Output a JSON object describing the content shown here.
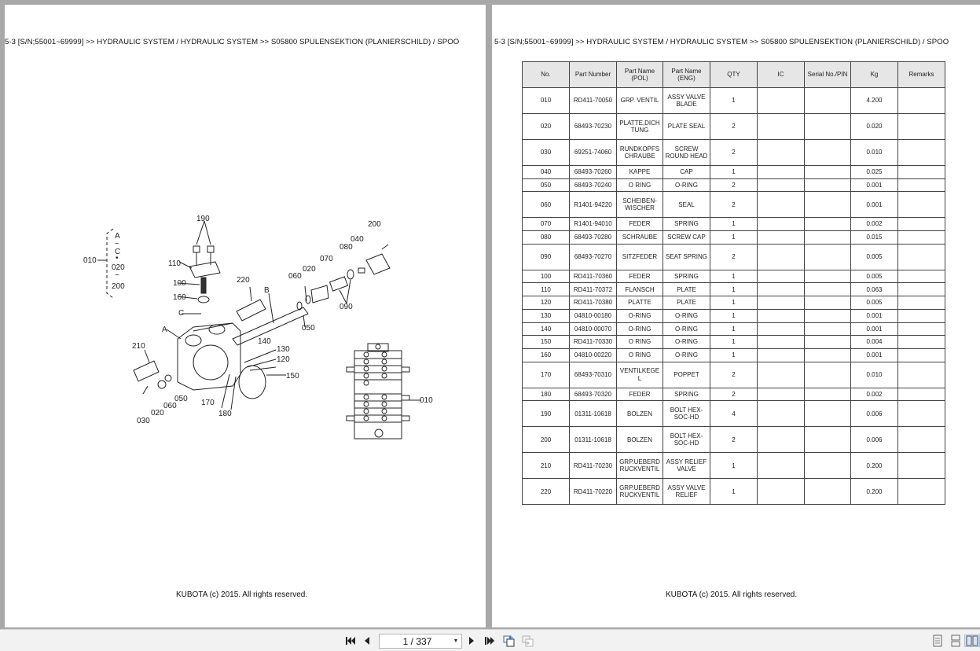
{
  "document": {
    "breadcrumb": "5-3 [S/N;55001~69999] >> HYDRAULIC SYSTEM / HYDRAULIC SYSTEM >> S05800   SPULENSEKTION (PLANIERSCHILD) / SPOO",
    "footer": "KUBOTA (c) 2015. All rights reserved."
  },
  "diagram": {
    "callouts": [
      "190",
      "200",
      "040",
      "080",
      "110",
      "070",
      "020",
      "060",
      "220",
      "100",
      "160",
      "B",
      "C",
      "A",
      "140",
      "130",
      "120",
      "150",
      "210",
      "050",
      "060",
      "020",
      "030",
      "170",
      "180",
      "050",
      "090",
      "010"
    ],
    "legend": {
      "ref": "010",
      "lines": [
        "A",
        "~",
        "C",
        "•",
        "020",
        "~",
        "200"
      ]
    },
    "overview_callout": "010"
  },
  "table": {
    "headers": [
      "No.",
      "Part Number",
      "Part Name (POL)",
      "Part Name (ENG)",
      "QTY",
      "IC",
      "Serial No./PIN",
      "Kg",
      "Remarks"
    ],
    "rows": [
      {
        "no": "010",
        "pn": "RD411-70050",
        "pol": "GRP. VENTIL",
        "eng": "ASSY VALVE BLADE",
        "qty": "1",
        "ic": "",
        "sn": "",
        "kg": "4.200",
        "rm": "",
        "tall": true
      },
      {
        "no": "020",
        "pn": "68493-70230",
        "pol": "PLATTE,DICH TUNG",
        "eng": "PLATE SEAL",
        "qty": "2",
        "ic": "",
        "sn": "",
        "kg": "0.020",
        "rm": "",
        "tall": true
      },
      {
        "no": "030",
        "pn": "69251-74060",
        "pol": "RUNDKOPFS CHRAUBE",
        "eng": "SCREW ROUND HEAD",
        "qty": "2",
        "ic": "",
        "sn": "",
        "kg": "0.010",
        "rm": "",
        "tall": true
      },
      {
        "no": "040",
        "pn": "68493-70260",
        "pol": "KAPPE",
        "eng": "CAP",
        "qty": "1",
        "ic": "",
        "sn": "",
        "kg": "0.025",
        "rm": "",
        "tall": false
      },
      {
        "no": "050",
        "pn": "68493-70240",
        "pol": "O RING",
        "eng": "O-RING",
        "qty": "2",
        "ic": "",
        "sn": "",
        "kg": "0.001",
        "rm": "",
        "tall": false
      },
      {
        "no": "060",
        "pn": "R1401-94220",
        "pol": "SCHEIBEN-WISCHER",
        "eng": "SEAL",
        "qty": "2",
        "ic": "",
        "sn": "",
        "kg": "0.001",
        "rm": "",
        "tall": true
      },
      {
        "no": "070",
        "pn": "R1401-94010",
        "pol": "FEDER",
        "eng": "SPRING",
        "qty": "1",
        "ic": "",
        "sn": "",
        "kg": "0.002",
        "rm": "",
        "tall": false
      },
      {
        "no": "080",
        "pn": "68493-70280",
        "pol": "SCHRAUBE",
        "eng": "SCREW CAP",
        "qty": "1",
        "ic": "",
        "sn": "",
        "kg": "0.015",
        "rm": "",
        "tall": false
      },
      {
        "no": "090",
        "pn": "68493-70270",
        "pol": "SITZFEDER",
        "eng": "SEAT SPRING",
        "qty": "2",
        "ic": "",
        "sn": "",
        "kg": "0.005",
        "rm": "",
        "tall": true
      },
      {
        "no": "100",
        "pn": "RD411-70360",
        "pol": "FEDER",
        "eng": "SPRING",
        "qty": "1",
        "ic": "",
        "sn": "",
        "kg": "0.005",
        "rm": "",
        "tall": false
      },
      {
        "no": "110",
        "pn": "RD411-70372",
        "pol": "FLANSCH",
        "eng": "PLATE",
        "qty": "1",
        "ic": "",
        "sn": "",
        "kg": "0.063",
        "rm": "",
        "tall": false
      },
      {
        "no": "120",
        "pn": "RD411-70380",
        "pol": "PLATTE",
        "eng": "PLATE",
        "qty": "1",
        "ic": "",
        "sn": "",
        "kg": "0.005",
        "rm": "",
        "tall": false
      },
      {
        "no": "130",
        "pn": "04810-00180",
        "pol": "O-RING",
        "eng": "O-RING",
        "qty": "1",
        "ic": "",
        "sn": "",
        "kg": "0.001",
        "rm": "",
        "tall": false
      },
      {
        "no": "140",
        "pn": "04810-00070",
        "pol": "O-RING",
        "eng": "O-RING",
        "qty": "1",
        "ic": "",
        "sn": "",
        "kg": "0.001",
        "rm": "",
        "tall": false
      },
      {
        "no": "150",
        "pn": "RD411-70330",
        "pol": "O RING",
        "eng": "O-RING",
        "qty": "1",
        "ic": "",
        "sn": "",
        "kg": "0.004",
        "rm": "",
        "tall": false
      },
      {
        "no": "160",
        "pn": "04810-00220",
        "pol": "O RING",
        "eng": "O-RING",
        "qty": "1",
        "ic": "",
        "sn": "",
        "kg": "0.001",
        "rm": "",
        "tall": false
      },
      {
        "no": "170",
        "pn": "68493-70310",
        "pol": "VENTILKEGE L",
        "eng": "POPPET",
        "qty": "2",
        "ic": "",
        "sn": "",
        "kg": "0.010",
        "rm": "",
        "tall": true
      },
      {
        "no": "180",
        "pn": "68493-70320",
        "pol": "FEDER",
        "eng": "SPRING",
        "qty": "2",
        "ic": "",
        "sn": "",
        "kg": "0.002",
        "rm": "",
        "tall": false
      },
      {
        "no": "190",
        "pn": "01311-10618",
        "pol": "BOLZEN",
        "eng": "BOLT HEX-SOC-HD",
        "qty": "4",
        "ic": "",
        "sn": "",
        "kg": "0.006",
        "rm": "",
        "tall": true
      },
      {
        "no": "200",
        "pn": "01311-10618",
        "pol": "BOLZEN",
        "eng": "BOLT HEX-SOC-HD",
        "qty": "2",
        "ic": "",
        "sn": "",
        "kg": "0.006",
        "rm": "",
        "tall": true
      },
      {
        "no": "210",
        "pn": "RD411-70230",
        "pol": "GRP.UEBERD RUCKVENTIL",
        "eng": "ASSY RELIEF VALVE",
        "qty": "1",
        "ic": "",
        "sn": "",
        "kg": "0.200",
        "rm": "",
        "tall": true
      },
      {
        "no": "220",
        "pn": "RD411-70220",
        "pol": "GRP.UEBERD RUCKVENTIL",
        "eng": "ASSY VALVE RELIEF",
        "qty": "1",
        "ic": "",
        "sn": "",
        "kg": "0.200",
        "rm": "",
        "tall": true
      }
    ]
  },
  "toolbar": {
    "page_indicator": "1 / 337",
    "icons": [
      "first-page-icon",
      "prev-page-icon",
      "next-page-icon",
      "last-page-icon",
      "go-back-view-icon",
      "go-forward-view-icon",
      "single-page-view-icon",
      "continuous-view-icon",
      "two-page-view-icon"
    ]
  },
  "colors": {
    "viewer_bg": "#a8a8a8",
    "toolbar_bg": "#f2f2f2",
    "table_header_bg": "#e6e6e6",
    "icon_blue": "#3a6ea5"
  }
}
